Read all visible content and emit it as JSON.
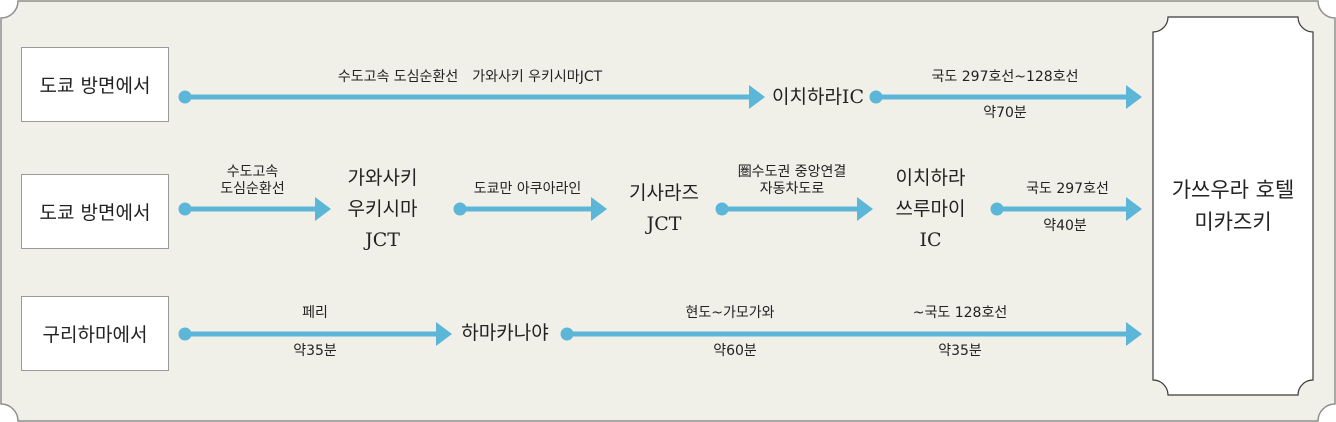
{
  "colors": {
    "arrow": "#5bb6d8",
    "frame_bg": "#f1f0e8",
    "frame_border": "#8e8e8e"
  },
  "origins": [
    "도쿄 방면에서",
    "도쿄 방면에서",
    "구리하마에서"
  ],
  "destination": {
    "line1": "가쓰우라 호텔",
    "line2": "미카즈키"
  },
  "route1": {
    "seg1_label": "수도고속 도심순환선　가와사키 우키시마JCT",
    "node1": "이치하라IC",
    "seg2_label": "국도 297호선~128호선",
    "seg2_time": "약70분"
  },
  "route2": {
    "seg1_label_line1": "수도고속",
    "seg1_label_line2": "도심순환선",
    "node1_line1": "가와사키",
    "node1_line2": "우키시마",
    "node1_line3": "JCT",
    "seg2_label": "도쿄만 아쿠아라인",
    "node2_line1": "기사라즈",
    "node2_line2": "JCT",
    "seg3_label_line1": "圏수도권 중앙연결",
    "seg3_label_line2": "자동차도로",
    "node3_line1": "이치하라",
    "node3_line2": "쓰루마이",
    "node3_line3": "IC",
    "seg4_label": "국도 297호선",
    "seg4_time": "약40분"
  },
  "route3": {
    "seg1_label": "페리",
    "seg1_time": "약35분",
    "node1": "하마카나야",
    "seg2_label": "현도~가모가와",
    "seg2_time": "약60분",
    "seg3_label": "~국도 128호선",
    "seg3_time": "약35분"
  }
}
